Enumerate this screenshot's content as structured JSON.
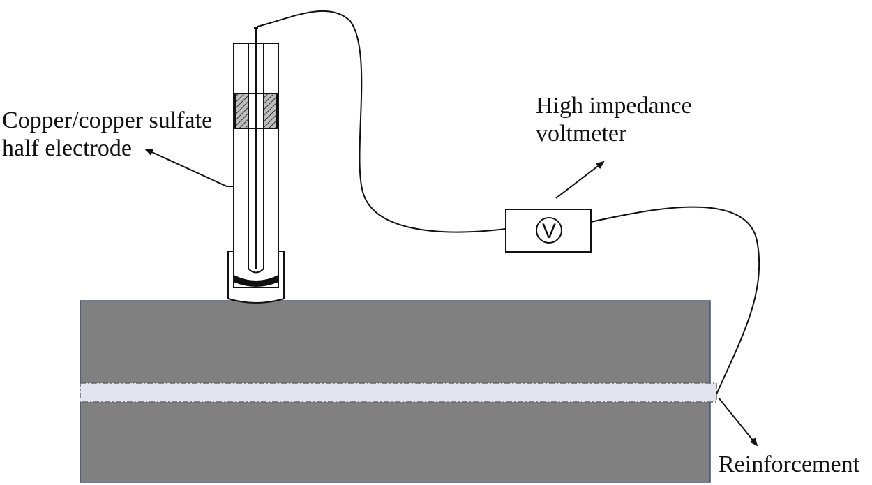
{
  "labels": {
    "electrode": [
      "Copper/copper sulfate",
      "half electrode"
    ],
    "voltmeter": [
      "High impedance",
      "voltmeter"
    ],
    "voltmeter_symbol": "V",
    "reinforcement": "Reinforcement"
  },
  "colors": {
    "concrete": "#808080",
    "concrete_border": "#3d4f7c",
    "rebar": "#e2e4f0",
    "line": "#111111"
  }
}
